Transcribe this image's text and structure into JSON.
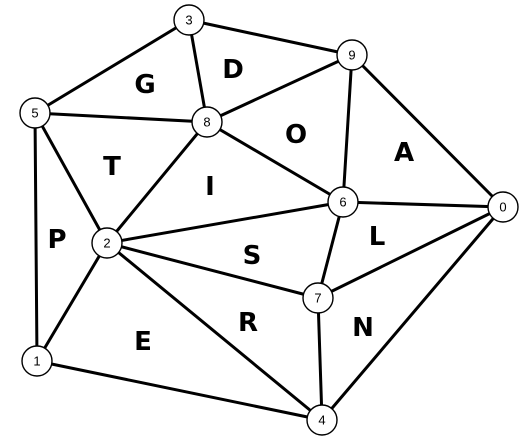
{
  "diagram": {
    "nodes": [
      "0",
      "1",
      "2",
      "3",
      "4",
      "5",
      "6",
      "7",
      "8",
      "9"
    ],
    "edges": [
      [
        "3",
        "9"
      ],
      [
        "3",
        "5"
      ],
      [
        "3",
        "8"
      ],
      [
        "9",
        "8"
      ],
      [
        "9",
        "6"
      ],
      [
        "9",
        "0"
      ],
      [
        "5",
        "8"
      ],
      [
        "5",
        "2"
      ],
      [
        "5",
        "1"
      ],
      [
        "8",
        "2"
      ],
      [
        "8",
        "6"
      ],
      [
        "6",
        "2"
      ],
      [
        "6",
        "7"
      ],
      [
        "6",
        "0"
      ],
      [
        "2",
        "7"
      ],
      [
        "2",
        "1"
      ],
      [
        "2",
        "4"
      ],
      [
        "7",
        "0"
      ],
      [
        "7",
        "4"
      ],
      [
        "1",
        "4"
      ],
      [
        "4",
        "0"
      ]
    ],
    "faces": [
      "G",
      "D",
      "T",
      "O",
      "A",
      "I",
      "P",
      "S",
      "L",
      "R",
      "N",
      "E"
    ]
  }
}
